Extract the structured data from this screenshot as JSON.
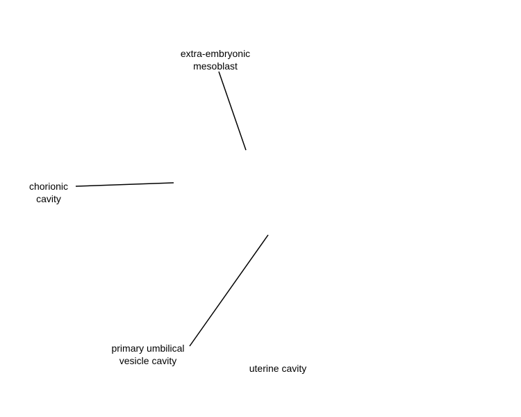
{
  "labels": {
    "extra_embryonic_mesoblast": [
      "extra-embryonic",
      "mesoblast"
    ],
    "chorionic_cavity": [
      "chorionic",
      "cavity"
    ],
    "primary_umbilical_vesicle_cavity": [
      "primary umbilical",
      "vesicle cavity"
    ],
    "uterine_cavity": "uterine cavity"
  },
  "colors": {
    "background": "#ffffff",
    "text": "#000000",
    "leader_line": "#000000"
  }
}
